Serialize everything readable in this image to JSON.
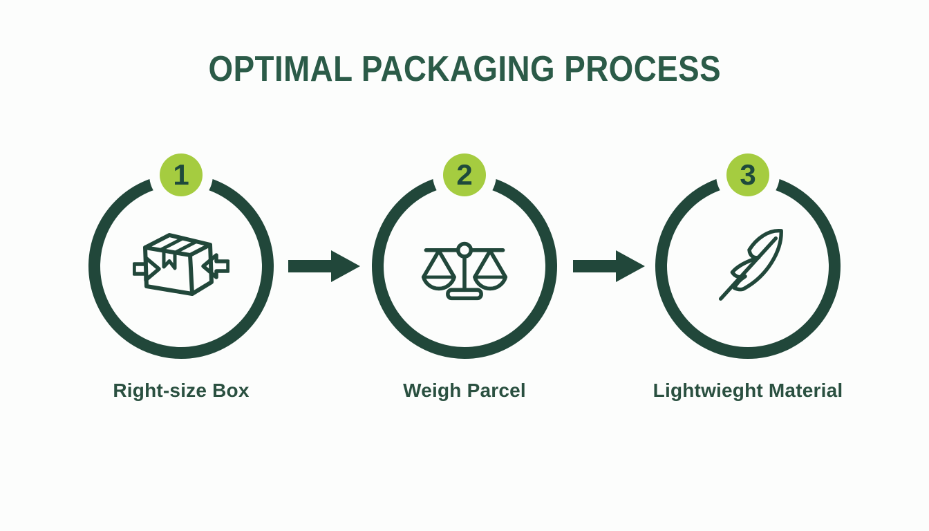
{
  "title": "OPTIMAL PACKAGING PROCESS",
  "steps": [
    {
      "number": "1",
      "label": "Right-size Box",
      "icon": "box-compress-icon"
    },
    {
      "number": "2",
      "label": "Weigh Parcel",
      "icon": "balance-scale-icon"
    },
    {
      "number": "3",
      "label": "Lightwieght Material",
      "icon": "feather-icon"
    }
  ],
  "connectors": [
    {
      "icon": "arrow-right-icon"
    },
    {
      "icon": "arrow-right-icon"
    }
  ],
  "colors": {
    "background": "#FCFDFC",
    "dark_green": "#21473A",
    "title_green": "#2B5B48",
    "label_green": "#2A5040",
    "badge_lime": "#A5CC40",
    "badge_number": "#1E4A3C"
  }
}
